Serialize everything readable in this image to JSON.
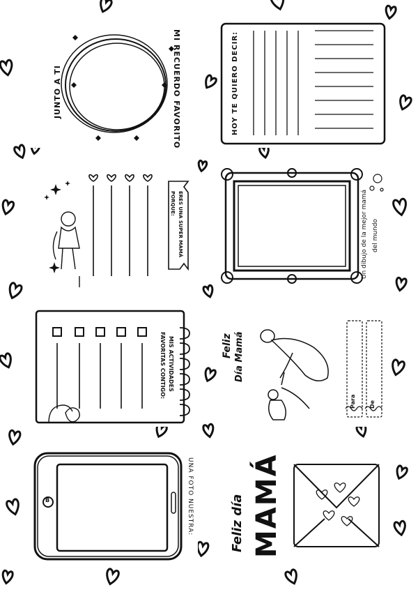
{
  "panels": {
    "memory": {
      "title": "MI RECUERDO FAVORITO",
      "subtitle": "JUNTO A TI"
    },
    "message": {
      "title": "HOY TE QUIERO DECIR:"
    },
    "mom_qualities": {
      "banner": "ERES UNA SUPER MAMÁ PORQUE:"
    },
    "best_mom_drawing": {
      "caption_line1": "Un dibujo de la mejor mamá",
      "caption_line2": "del mundo"
    },
    "activities": {
      "title_line1": "MIS ACTIVIDADES",
      "title_line2": "FAVORITAS CONTIGO:"
    },
    "feliz_dia": {
      "word1": "Feliz",
      "word2": "Día Mamá",
      "to_label": "Para",
      "from_label": "De"
    },
    "photo": {
      "title": "UNA FOTO NUESTRA:",
      "home_button": "B"
    },
    "cover": {
      "line1": "Feliz día",
      "line2": "MAMÁ"
    }
  },
  "colors": {
    "ink": "#111111",
    "paper": "#ffffff"
  }
}
